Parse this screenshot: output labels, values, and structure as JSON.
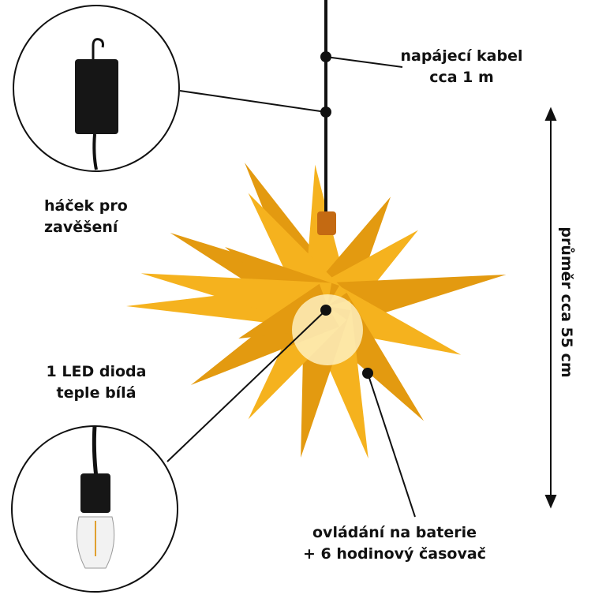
{
  "labels": {
    "cable_line1": "napájecí kabel",
    "cable_line2": "cca 1 m",
    "hook_line1": "háček pro",
    "hook_line2": "zavěšení",
    "led_line1": "1 LED dioda",
    "led_line2": "teple bílá",
    "battery_line1": "ovládání na baterie",
    "battery_line2": "+ 6 hodinový časovač",
    "diameter": "průměr cca 55 cm"
  },
  "colors": {
    "star": "#f5b21e",
    "star_shade": "#e39a10",
    "line": "#111111"
  }
}
